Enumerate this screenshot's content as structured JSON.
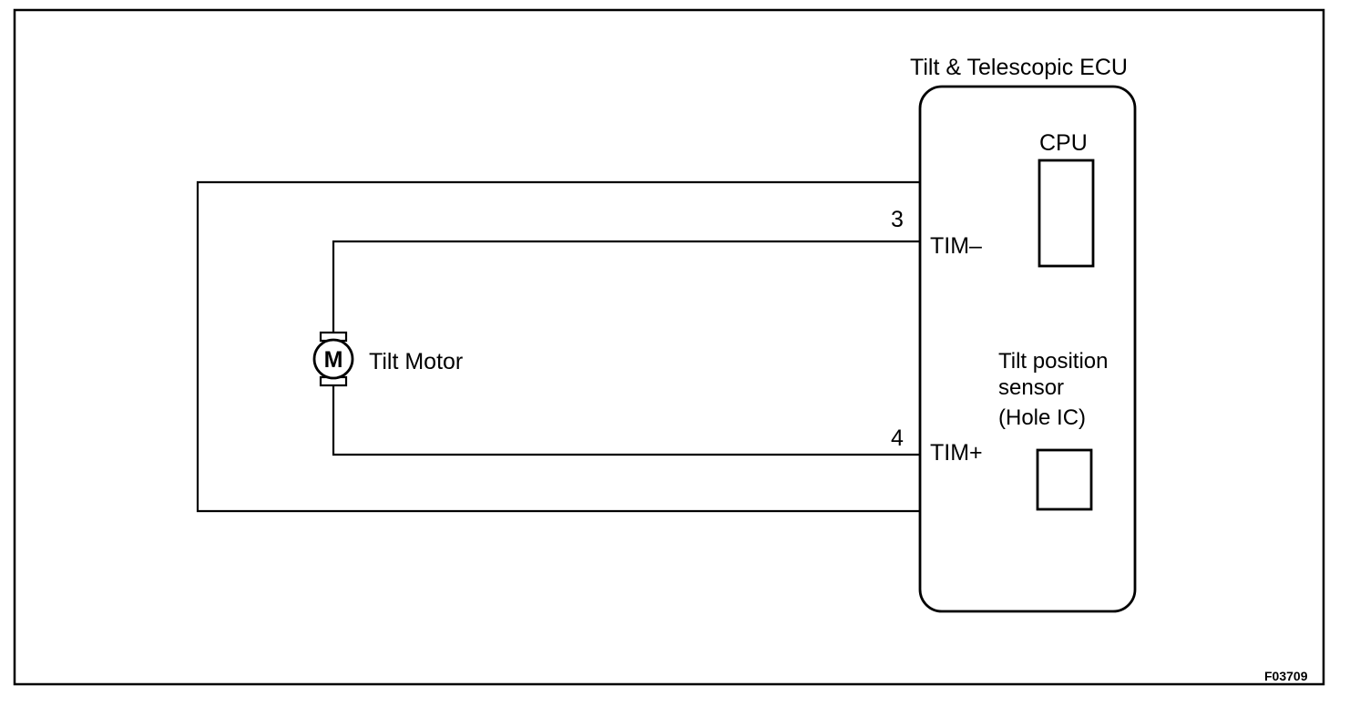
{
  "ecu": {
    "title": "Tilt & Telescopic ECU",
    "cpu_label": "CPU",
    "sensor_label_lines": [
      "Tilt position",
      "sensor",
      "(Hole IC)"
    ]
  },
  "motor": {
    "symbol": "M",
    "label": "Tilt Motor"
  },
  "terminals": [
    {
      "pin": "3",
      "name": "TIM–"
    },
    {
      "pin": "4",
      "name": "TIM+"
    }
  ],
  "figure_code": "F03709"
}
